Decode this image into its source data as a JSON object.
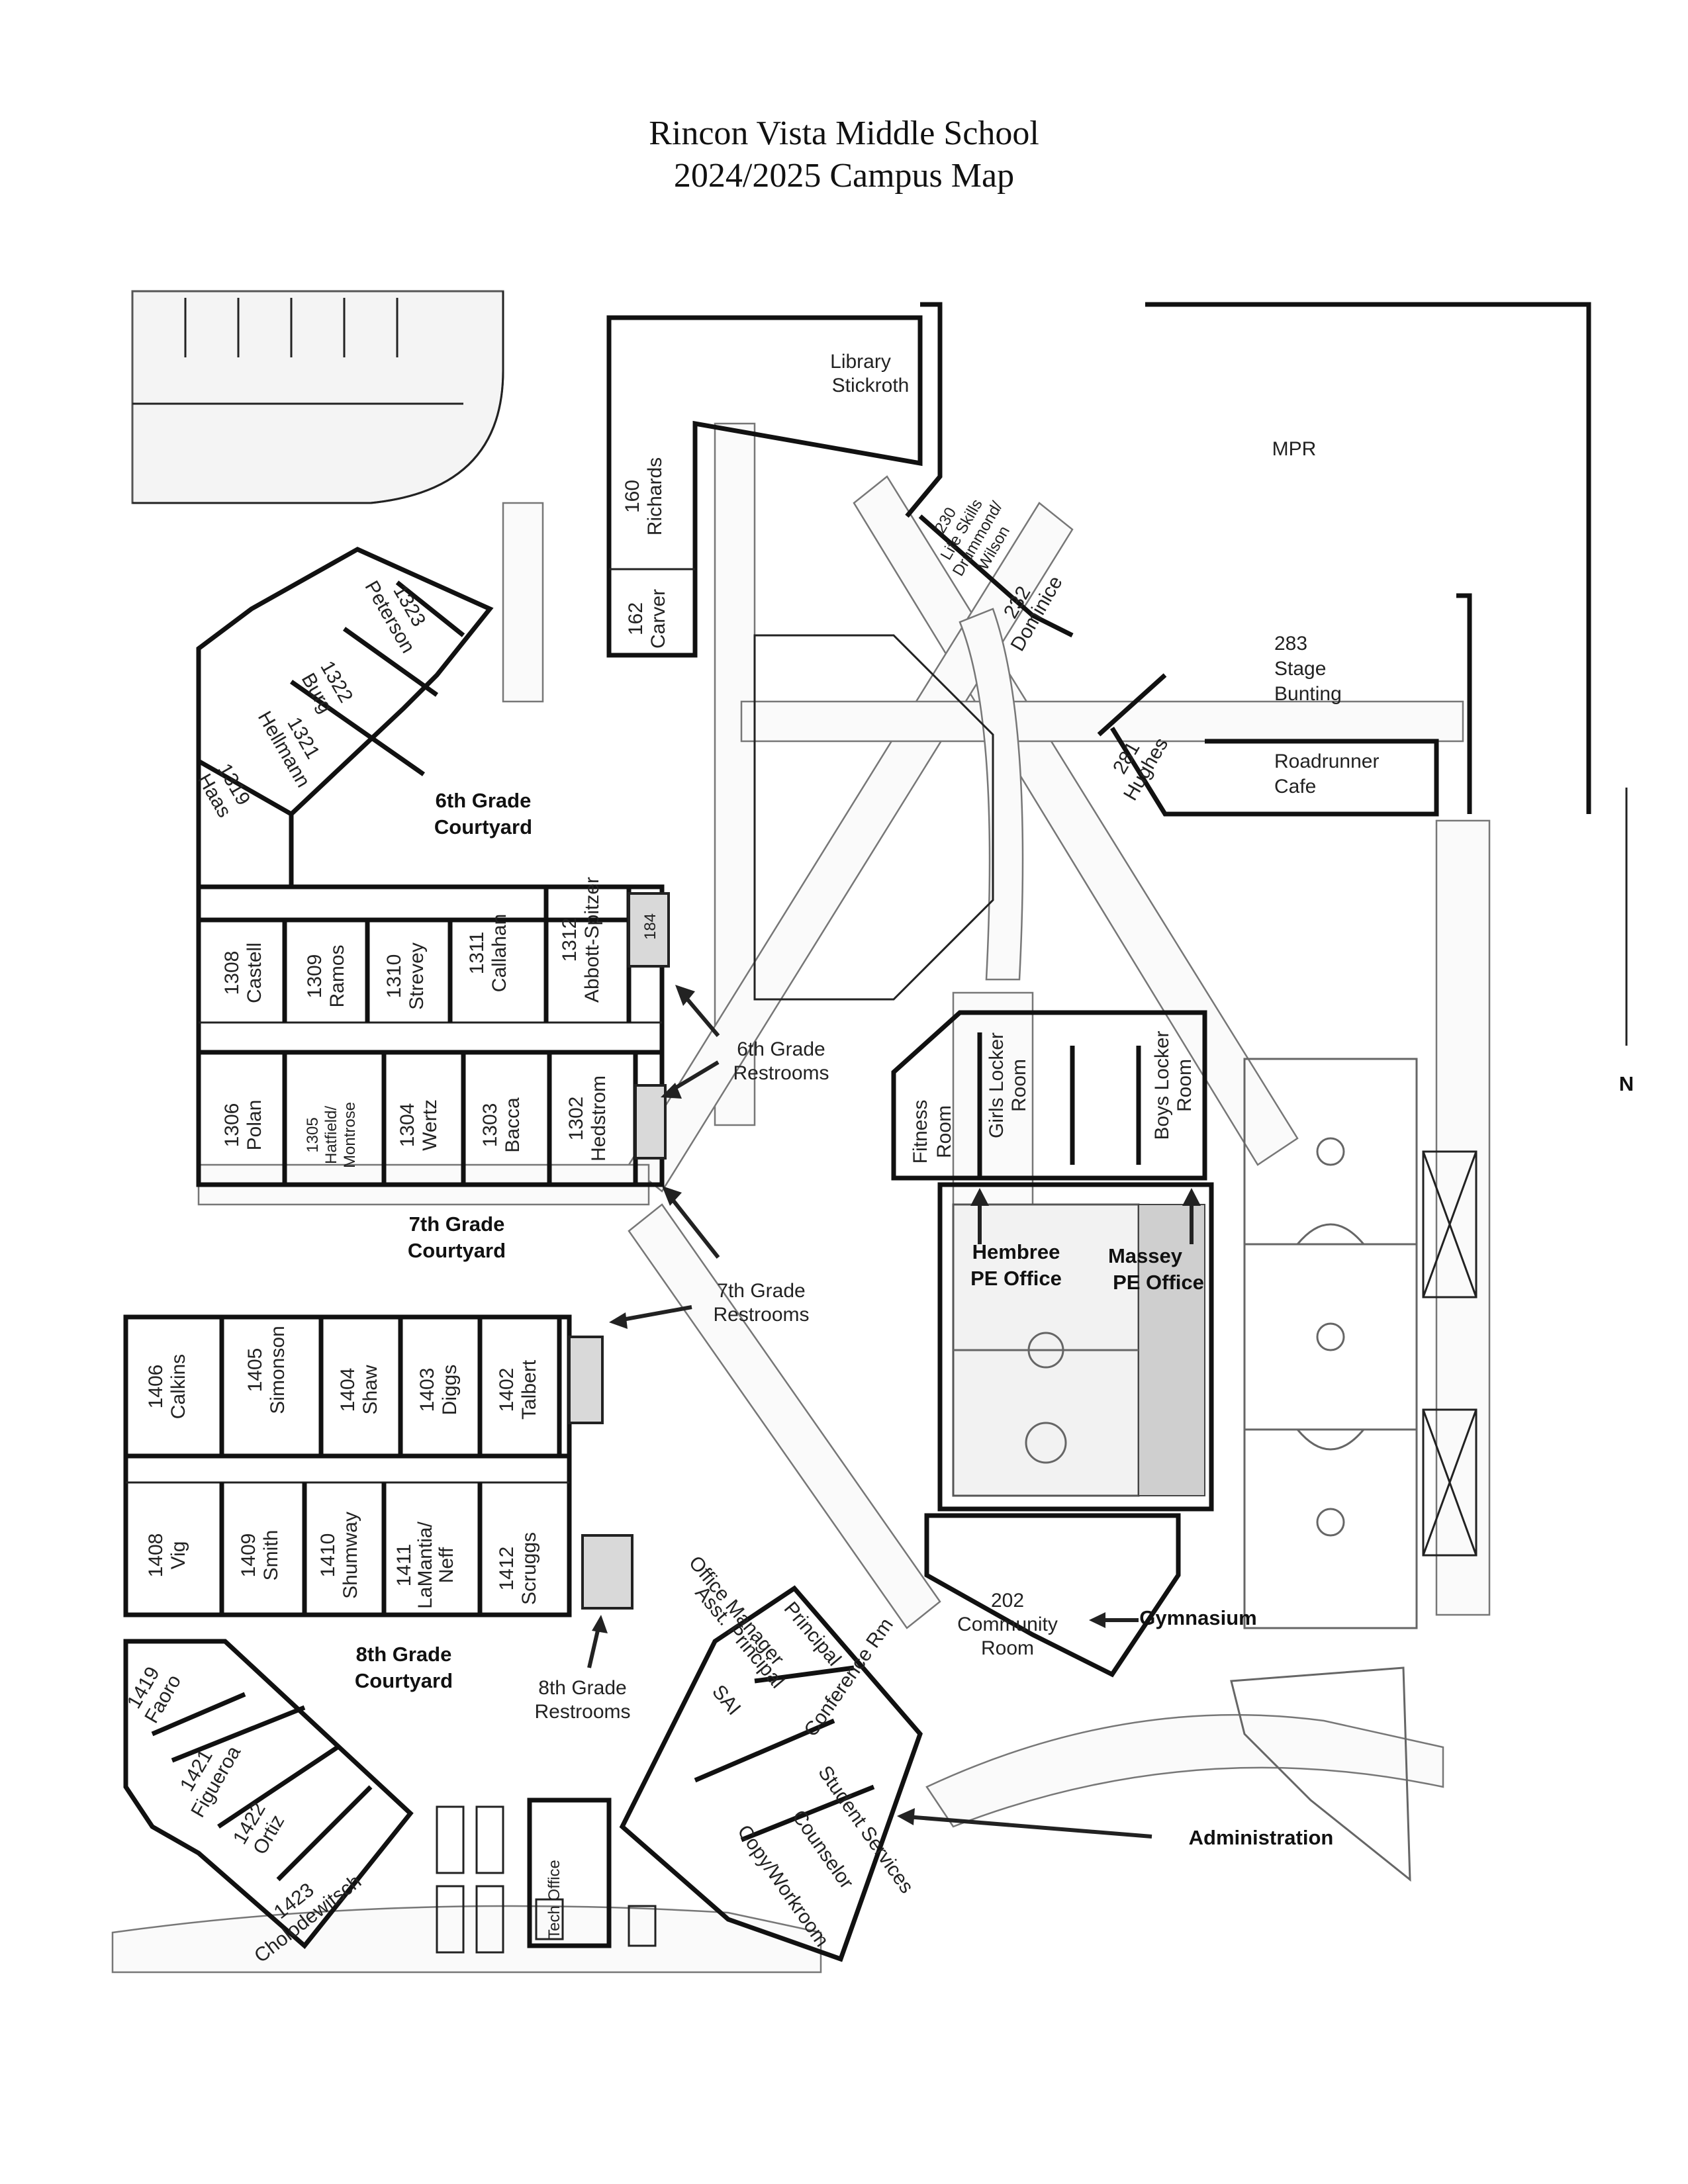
{
  "header": {
    "title": "Rincon Vista Middle School",
    "subtitle": "2024/2025 Campus Map"
  },
  "compass": {
    "label": "N"
  },
  "courtyards": {
    "sixth": [
      "6th Grade",
      "Courtyard"
    ],
    "seventh": [
      "7th Grade",
      "Courtyard"
    ],
    "eighth": [
      "8th Grade",
      "Courtyard"
    ]
  },
  "restrooms": {
    "sixth": [
      "6th Grade",
      "Restrooms"
    ],
    "seventh": [
      "7th Grade",
      "Restrooms"
    ],
    "eighth": [
      "8th Grade",
      "Restrooms"
    ]
  },
  "rooms": {
    "r1323": [
      "1323",
      "Peterson"
    ],
    "r1322": [
      "1322",
      "Burg"
    ],
    "r1321": [
      "1321",
      "Hellmann"
    ],
    "r1319": [
      "1319",
      "Haas"
    ],
    "r1308": [
      "1308",
      "Castell"
    ],
    "r1309": [
      "1309",
      "Ramos"
    ],
    "r1310": [
      "1310",
      "Strevey"
    ],
    "r1311": [
      "1311",
      "Callahan"
    ],
    "r1312": [
      "1312",
      "Abbott-Spitzer"
    ],
    "r1306": [
      "1306",
      "Polan"
    ],
    "r1305": [
      "1305",
      "Hatfield/",
      "Montrose"
    ],
    "r1304": [
      "1304",
      "Wertz"
    ],
    "r1303": [
      "1303",
      "Bacca"
    ],
    "r1302": [
      "1302",
      "Hedstrom"
    ],
    "r1406": [
      "1406",
      "Calkins"
    ],
    "r1405": [
      "1405",
      "Simonson"
    ],
    "r1404": [
      "1404",
      "Shaw"
    ],
    "r1403": [
      "1403",
      "Diggs"
    ],
    "r1402": [
      "1402",
      "Talbert"
    ],
    "r1408": [
      "1408",
      "Vig"
    ],
    "r1409": [
      "1409",
      "Smith"
    ],
    "r1410": [
      "1410",
      "Shumway"
    ],
    "r1411": [
      "1411",
      "LaMantia/",
      "Neff"
    ],
    "r1412": [
      "1412",
      "Scruggs"
    ],
    "r1419": [
      "1419",
      "Faoro"
    ],
    "r1421": [
      "1421",
      "Figueroa"
    ],
    "r1422": [
      "1422",
      "Ortiz"
    ],
    "r1423": [
      "1423",
      "Cholodewitsch"
    ],
    "r160": [
      "160",
      "Richards"
    ],
    "r162": [
      "162",
      "Carver"
    ],
    "r230": [
      "230",
      "Life Skills",
      "Drummond/",
      "Wilson"
    ],
    "r232": [
      "232",
      "Dominice"
    ],
    "r281": [
      "281",
      "Hughes"
    ],
    "r283": [
      "283",
      "Stage",
      "Bunting"
    ],
    "r202": [
      "202",
      "Community",
      "Room"
    ]
  },
  "facilities": {
    "library": [
      "Library",
      "Stickroth"
    ],
    "mpr": "MPR",
    "cafe": [
      "Roadrunner",
      "Cafe"
    ],
    "fitness": [
      "Fitness",
      "Room"
    ],
    "girls_locker": [
      "Girls Locker",
      "Room"
    ],
    "boys_locker": [
      "Boys Locker",
      "Room"
    ],
    "hembree": [
      "Hembree",
      "PE Office"
    ],
    "massey": [
      "Massey",
      "PE Office"
    ],
    "gymnasium": "Gymnasium",
    "administration": "Administration",
    "tech_office": "Tech Office",
    "principal": "Principal",
    "office_manager": "Office Manager",
    "asst_principal": "Asst. Principal",
    "sai": "SAI",
    "conference": "Conference Rm",
    "student_services": "Student Services",
    "counselor": "Counselor",
    "copy_workroom": "Copy/Workroom",
    "room_184": "184"
  }
}
